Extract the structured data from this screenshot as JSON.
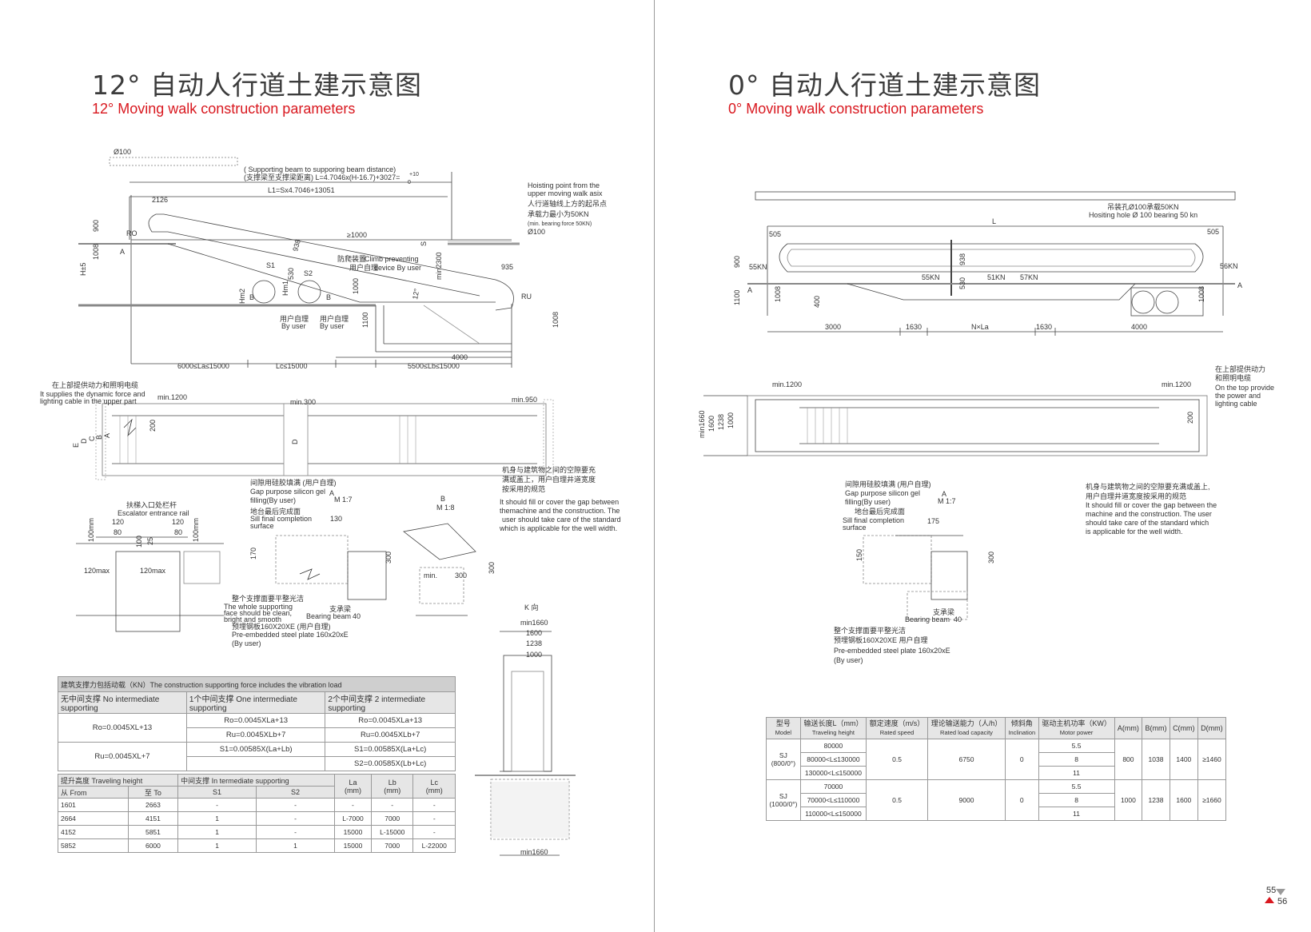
{
  "left": {
    "title_cn": "12° 自动人行道土建示意图",
    "title_en": "12° Moving walk construction parameters",
    "labels": {
      "d100": "Ø100",
      "beam_en": "( Supporting beam to supporing beam distance)",
      "beam_cn": "(支撑梁至支撑梁距离) L=4.7046x(H-16.7)+3027=",
      "beam_tol": "+10",
      "beam_tol2": "0",
      "l1": "L1=Sx4.7046+13051",
      "d2126": "2126",
      "hoist_en1": "Hoisting point from the",
      "hoist_en2": "upper moving walk asix",
      "hoist_cn1": "人行道轴线上方的起吊点",
      "hoist_cn2": "承载力最小为50KN",
      "hoist_en3": "(min. bearing force 50KN)",
      "d100b": "Ø100",
      "ro": "RO",
      "d900": "900",
      "d1008": "1008",
      "h5": "H±5",
      "ge1000": "≥1000",
      "d938": "938",
      "climb_cn": "防爬装置",
      "climb_en1": "Climb preventing",
      "climb_en2": "device By user",
      "climb_cn2": "用户自理",
      "min2300": "min2300",
      "s_lbl": "S",
      "d935": "935",
      "s1": "S1",
      "s2": "S2",
      "d530": "530",
      "hm1": "Hm1",
      "hm2": "Hm2",
      "d1000": "1000",
      "deg12": "12°",
      "b": "B",
      "user_cn": "用户自理",
      "user_en": "By user",
      "ru": "RU",
      "d1100": "1100",
      "d1008b": "1008",
      "d4000": "4000",
      "la_range": "6000≤La≤15000",
      "lc_range": "Lc≤15000",
      "lb_range": "5500≤Lb≤15000",
      "power_cn": "在上部提供动力和照明电缆",
      "power_en1": "It supplies the dynamic force and",
      "power_en2": "lighting cable in the upper part",
      "min1200": "min.1200",
      "min300": "min.300",
      "min950": "min.950",
      "e": "E",
      "d_": "D",
      "c": "C",
      "b2": "B",
      "a": "A",
      "d200": "200",
      "gap_cn1": "机身与建筑物之间的空隙要充",
      "gap_cn2": "满或盖上，用户自理井道宽度",
      "gap_cn3": "按采用的规范",
      "gap_en1": "It should fill or cover the gap between",
      "gap_en2": "themachine and the construction. The",
      "gap_en3": "user should take care of the standard",
      "gap_en4": "which is applicable for the well width.",
      "rail_cn": "扶梯入口处栏杆",
      "rail_en": "Escalator entrance rail",
      "d120": "120",
      "d80": "80",
      "d100c": "100",
      "d25": "25",
      "d100mm": "100mm",
      "max120": "120max",
      "silicon_cn": "间隙用硅胶填满 (用户自理)",
      "silicon_en1": "Gap purpose silicon gel",
      "silicon_en2": "filling(By user)",
      "a_scale": "A",
      "m17": "M 1:7",
      "b_scale": "B",
      "m18": "M 1:8",
      "sill_cn": "地台最后完成面",
      "sill_en1": "Sill final completion",
      "sill_en2": "surface",
      "d130": "130",
      "d170": "170",
      "d300": "300",
      "min_": "min.",
      "face_cn": "整个支撑面要平整光洁",
      "face_en1": "The whole supporting",
      "face_en2": "face should be clean,",
      "face_en3": "bright and smooth",
      "bearing_cn": "支承梁",
      "bearing_en": "Bearing beam",
      "d40": "40",
      "plate_cn": "预埋钢板160X20XE (用户自理)",
      "plate_en1": "Pre-embedded steel plate 160x20xE",
      "plate_en2": "(By user)",
      "k": "K 向",
      "min1660": "min1660",
      "d1600": "1600",
      "d1238": "1238",
      "d1000b": "1000",
      "min1660b": "min1660"
    },
    "table1": {
      "title": "建筑支撑力包括动载（KN）The construction supporting force includes the vibration load",
      "headers": [
        "无中间支撑 No intermediate supporting",
        "1个中间支撑 One intermediate supporting",
        "2个中间支撑 2 intermediate supporting"
      ],
      "col1": [
        "Ro=0.0045XL+13",
        "Ru=0.0045XL+7"
      ],
      "col2": [
        "Ro=0.0045XLa+13",
        "Ru=0.0045XLb+7",
        "S1=0.00585X(La+Lb)"
      ],
      "col3": [
        "Ro=0.0045XLa+13",
        "Ru=0.0045XLb+7",
        "S1=0.00585X(La+Lc)",
        "S2=0.00585X(Lb+Lc)"
      ]
    },
    "table2": {
      "h_travel": "提升高度 Traveling height",
      "h_mid": "中间支撑 In termediate supporting",
      "h_la": "La",
      "h_lb": "Lb",
      "h_lc": "Lc",
      "mm": "(mm)",
      "from": "从 From",
      "to": "至 To",
      "s1": "S1",
      "s2": "S2",
      "rows": [
        [
          "1601",
          "2663",
          "-",
          "-",
          "-",
          "-",
          "-"
        ],
        [
          "2664",
          "4151",
          "1",
          "-",
          "L-7000",
          "7000",
          "-"
        ],
        [
          "4152",
          "5851",
          "1",
          "-",
          "15000",
          "L-15000",
          "-"
        ],
        [
          "5852",
          "6000",
          "1",
          "1",
          "15000",
          "7000",
          "L-22000"
        ]
      ]
    }
  },
  "right": {
    "title_cn": "0° 自动人行道土建示意图",
    "title_en": "0° Moving walk construction parameters",
    "labels": {
      "hole_cn": "吊装孔Ø100承载50KN",
      "hole_en": "Hositing hole Ø 100 bearing 50 kn",
      "l": "L",
      "d505": "505",
      "d505b": "505",
      "d900": "900",
      "kn55": "55KN",
      "kn55b": "55KN",
      "kn51": "51KN",
      "kn57": "57KN",
      "kn56": "56KN",
      "d938": "938",
      "d530": "530",
      "a": "A",
      "a2": "A",
      "d1100": "1100",
      "d1008": "1008",
      "d400": "400",
      "d1008b": "1008",
      "d3000": "3000",
      "d1630": "1630",
      "nla": "N×La",
      "d1630b": "1630",
      "d4000": "4000",
      "top_cn1": "在上部提供动力",
      "top_cn2": "和照明电缆",
      "top_en1": "On the top provide",
      "top_en2": "the power and",
      "top_en3": "lighting cable",
      "min1200": "min.1200",
      "min1200b": "min.1200",
      "min1660": "min1660",
      "d1600": "1600",
      "d1238": "1238",
      "d1000": "1000",
      "d200": "200",
      "silicon_cn": "间隙用硅胶填满 (用户自理)",
      "silicon_en1": "Gap purpose silicon gel",
      "silicon_en2": "filling(By user)",
      "a_scale": "A",
      "m17": "M 1:7",
      "sill_cn": "地台最后完成面",
      "sill_en1": "Sill final completion",
      "sill_en2": "surface",
      "d175": "175",
      "d150": "150",
      "d300": "300",
      "gap_cn1": "机身与建筑物之间的空隙要充满或盖上,",
      "gap_cn2": "用户自理井道宽度按采用的规范",
      "gap_en1": "It should fill or cover the gap between the",
      "gap_en2": "machine and the construction. The user",
      "gap_en3": "should take care of the standard which",
      "gap_en4": "is applicable for the well width.",
      "bearing_cn": "支承梁",
      "bearing_en": "Bearing beam",
      "d40": "40",
      "face_cn": "整个支撑面要平整光洁",
      "plate_cn": "预埋钢板160X20XE 用户自理",
      "plate_en1": "Pre-embedded steel plate 160x20xE",
      "plate_en2": "(By user)"
    },
    "table3": {
      "headers": [
        {
          "cn": "型号",
          "en": "Model"
        },
        {
          "cn": "输送长度L（mm）",
          "en": "Traveling height"
        },
        {
          "cn": "额定速度（m/s）",
          "en": "Rated speed"
        },
        {
          "cn": "理论输送能力（人/h）",
          "en": "Rated load capacity"
        },
        {
          "cn": "倾斜角",
          "en": "Inclination"
        },
        {
          "cn": "驱动主机功率（KW）",
          "en": "Motor power"
        },
        {
          "cn": "A(mm)",
          "en": ""
        },
        {
          "cn": "B(mm)",
          "en": ""
        },
        {
          "cn": "C(mm)",
          "en": ""
        },
        {
          "cn": "D(mm)",
          "en": ""
        }
      ],
      "groups": [
        {
          "model": "SJ\n(800/0°)",
          "lengths": [
            "80000",
            "80000<L≤130000",
            "130000<L≤150000"
          ],
          "speed": "0.5",
          "capacity": "6750",
          "incl": "0",
          "power": [
            "5.5",
            "8",
            "11"
          ],
          "a": "800",
          "b": "1038",
          "c": "1400",
          "d": "≥1460"
        },
        {
          "model": "SJ\n(1000/0°)",
          "lengths": [
            "70000",
            "70000<L≤110000",
            "110000<L≤150000"
          ],
          "speed": "0.5",
          "capacity": "9000",
          "incl": "0",
          "power": [
            "5.5",
            "8",
            "11"
          ],
          "a": "1000",
          "b": "1238",
          "c": "1600",
          "d": "≥1660"
        }
      ]
    }
  },
  "page_numbers": {
    "left": "55",
    "right": "56"
  }
}
